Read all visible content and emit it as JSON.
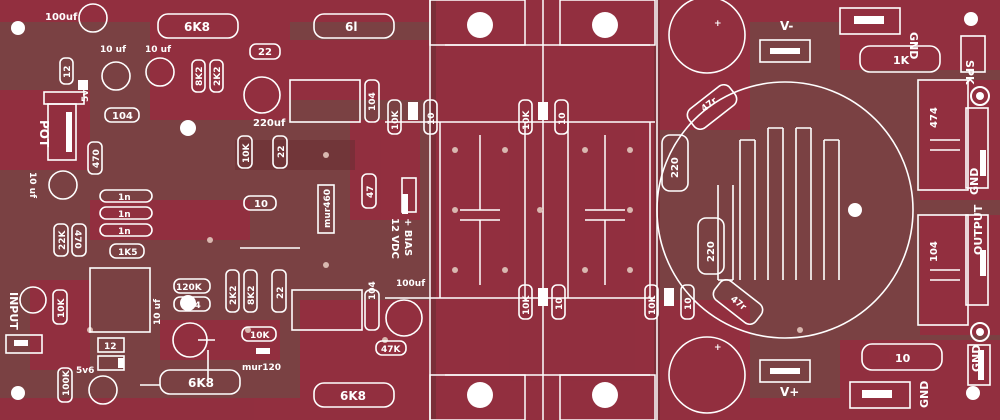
{
  "board": {
    "substrate_color": "#7a4143",
    "trace_color": "#9a2a3e",
    "silk_color": "#ffffff",
    "hole_color": "#ffffff"
  },
  "labels": {
    "c100uf_top": "100uf",
    "r6k8_top": "6K8",
    "r6l_top": "6l",
    "c10uf_a": "10 uf",
    "c10uf_b": "10 uf",
    "r22_top": "22",
    "r8k2_a": "8K2",
    "r2k2_a": "2K2",
    "r12_top": "12",
    "z5v6_top": "5v6",
    "c104_left": "104",
    "c220uf": "220uf",
    "c104_mid": "104",
    "pot": "POT",
    "r470": "470",
    "c10uf_left": "10 uf",
    "r10k_a": "10K",
    "r22_mid": "22",
    "r10_mid": "10",
    "c1n_a": "1n",
    "c1n_b": "1n",
    "c1n_c": "1n",
    "r1k5": "1K5",
    "r22k": "22K",
    "c470_left": "470",
    "mur460": "mur460",
    "r47_mid": "47",
    "bias": "+ BIAS",
    "vdc": "12 VDC",
    "r10k_t1": "10K",
    "r10_t1": "10",
    "r10k_t2": "10K",
    "r10_t2": "10",
    "r120k": "120K",
    "c104_low": "104",
    "r2k2_b": "2K2",
    "r8k2_b": "8K2",
    "r22_low": "22",
    "r10k_low": "10K",
    "c104_low2": "104",
    "c100uf_low": "100uf",
    "r47k": "47K",
    "input": "INPUT",
    "r10k_left": "10K",
    "r12_low": "12",
    "c10uf_low": "10 uf",
    "z5v6_low": "5v6",
    "r100k": "100K",
    "r6k8_low": "6K8",
    "mur120": "mur120",
    "r6k8_bot": "6K8",
    "r10k_b1": "10K",
    "r10_b1": "10",
    "r10k_b2": "10K",
    "r10_b2": "10",
    "v_minus": "V-",
    "v_plus": "V+",
    "gnd_top": "GND",
    "r1k": "1K",
    "spk": "SPK",
    "r47r_top": "47r",
    "r220_a": "220",
    "r220_b": "220",
    "r47r_bot": "47r",
    "c474": "474",
    "output": "OUTPUT",
    "c104_right": "104",
    "gnd_right": "GND",
    "r10_right": "10",
    "gnd_bot": "GND",
    "gnd_bot2": "GND",
    "plus_top": "+",
    "plus_bot": "+"
  }
}
